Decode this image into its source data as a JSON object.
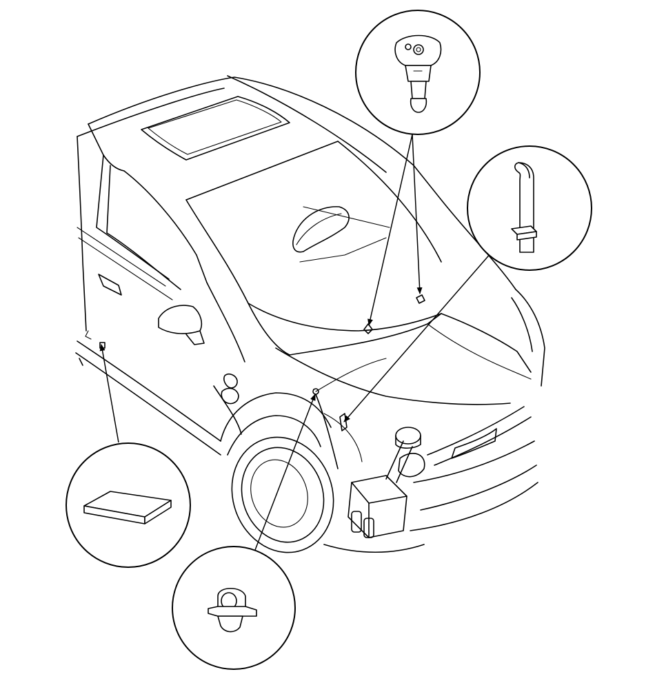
{
  "diagram": {
    "style": "line-art",
    "stroke_color": "#000000",
    "background": "#ffffff",
    "callouts": [
      {
        "id": "washer-nozzle",
        "icon": "washer-nozzle-icon"
      },
      {
        "id": "hose-clip",
        "icon": "hose-clip-icon"
      },
      {
        "id": "foam-pad",
        "icon": "foam-pad-icon"
      },
      {
        "id": "hose-clamp",
        "icon": "hose-clamp-icon"
      }
    ]
  }
}
